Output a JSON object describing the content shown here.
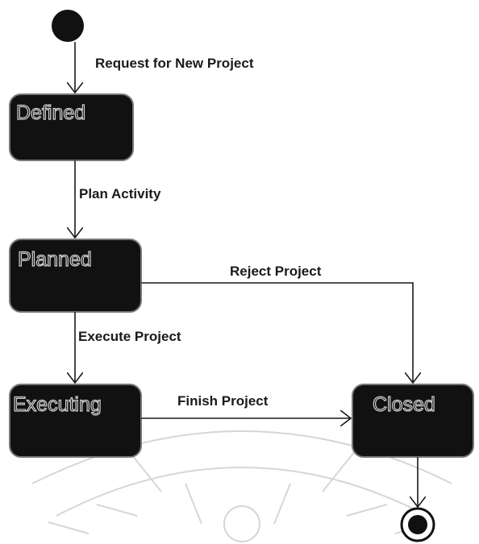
{
  "diagram": {
    "states": {
      "defined": "Defined",
      "planned": "Planned",
      "executing": "Executing",
      "closed": "Closed"
    },
    "transitions": {
      "request": "Request for New Project",
      "plan": "Plan Activity",
      "reject": "Reject Project",
      "execute": "Execute Project",
      "finish": "Finish Project"
    }
  },
  "colors": {
    "state_fill": "#111111",
    "state_text_outline": "#cfcfcf",
    "line": "#1a1a1a",
    "watermark": "#d6d6d6"
  }
}
